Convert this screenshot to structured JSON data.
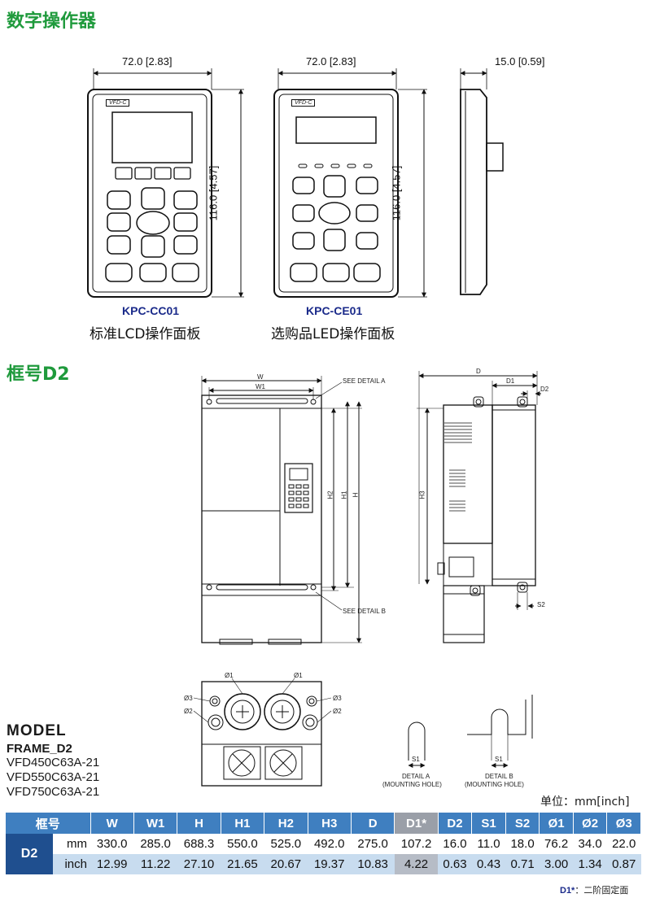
{
  "section1": {
    "title": "数字操作器"
  },
  "keypads": {
    "width_label": "72.0 [2.83]",
    "height_label": "116.0 [4.57]",
    "depth_label": "15.0 [0.59]",
    "brand_text": "VFD-C",
    "items": [
      {
        "model": "KPC-CC01",
        "desc": "标准LCD操作面板"
      },
      {
        "model": "KPC-CE01",
        "desc": "选购品LED操作面板"
      }
    ]
  },
  "section2": {
    "title": "框号D2"
  },
  "drawing": {
    "labels": {
      "W": "W",
      "W1": "W1",
      "H": "H",
      "H1": "H1",
      "H2": "H2",
      "H3": "H3",
      "D": "D",
      "D1": "D1",
      "D2": "D2",
      "S1": "S1",
      "S2": "S2",
      "phi1": "Ø1",
      "phi2": "Ø2",
      "phi3": "Ø3"
    },
    "see_detail_a": "SEE DETAIL A",
    "see_detail_b": "SEE DETAIL B",
    "detail_a": {
      "title": "DETAIL A",
      "subtitle": "(MOUNTING HOLE)"
    },
    "detail_b": {
      "title": "DETAIL B",
      "subtitle": "(MOUNTING HOLE)"
    }
  },
  "model_block": {
    "heading": "MODEL",
    "frame": "FRAME_D2",
    "models": [
      "VFD450C63A-21",
      "VFD550C63A-21",
      "VFD750C63A-21"
    ]
  },
  "unit_note": "单位：mm[inch]",
  "table": {
    "corner": "框号",
    "columns": [
      "W",
      "W1",
      "H",
      "H1",
      "H2",
      "H3",
      "D",
      "D1*",
      "D2",
      "S1",
      "S2",
      "Ø1",
      "Ø2",
      "Ø3"
    ],
    "frame": "D2",
    "rows": [
      {
        "unit": "mm",
        "values": [
          "330.0",
          "285.0",
          "688.3",
          "550.0",
          "525.0",
          "492.0",
          "275.0",
          "107.2",
          "16.0",
          "11.0",
          "18.0",
          "76.2",
          "34.0",
          "22.0"
        ]
      },
      {
        "unit": "inch",
        "values": [
          "12.99",
          "11.22",
          "27.10",
          "21.65",
          "20.67",
          "19.37",
          "10.83",
          "4.22",
          "0.63",
          "0.43",
          "0.71",
          "3.00",
          "1.34",
          "0.87"
        ]
      }
    ]
  },
  "footnote": {
    "key": "D1*",
    "text": "：二阶固定面"
  }
}
